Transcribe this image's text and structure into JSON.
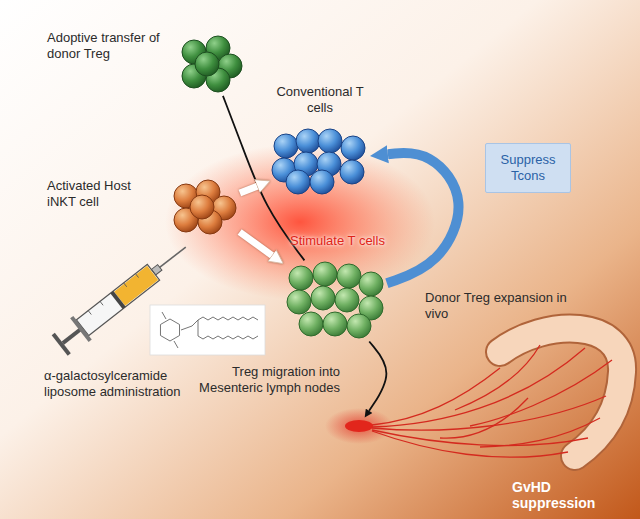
{
  "diagram": {
    "nodes": [
      {
        "text": [
          "Adoptive transfer of donor Treg"
        ]
      },
      {
        "text": [
          "Conventional T cells"
        ]
      },
      {
        "text": [
          "Activated Host iNKT cell"
        ]
      },
      {
        "text": [
          "Donor Treg expansion in vivo"
        ]
      },
      {
        "text": [
          "Suppress Tcons"
        ]
      },
      {
        "text": [
          "Treg migration into Mesenteric lymph nodes"
        ]
      }
    ],
    "edges": [
      {
        "from": 0,
        "to": 3,
        "arrow": "none"
      },
      {
        "from": 2,
        "to": 1,
        "arrow": "to"
      },
      {
        "from": 2,
        "to": 3,
        "arrow": "to"
      },
      {
        "from": 3,
        "to": 1,
        "arrow": "to"
      },
      {
        "from": 3,
        "to": 5,
        "arrow": "to"
      }
    ],
    "labels": [
      "Stimulate T cells",
      "α-galactosylceramide liposome administration",
      "GvHD suppression"
    ]
  }
}
